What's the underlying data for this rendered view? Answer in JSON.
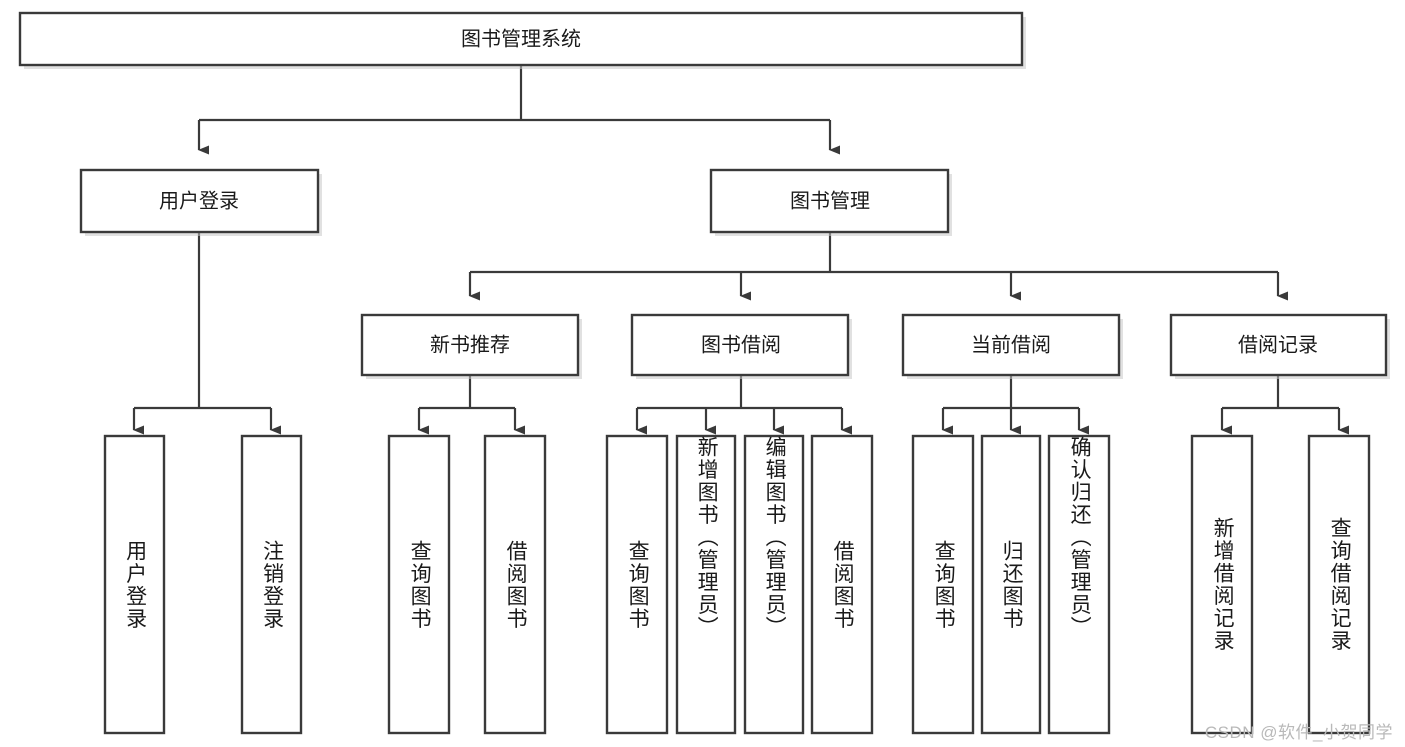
{
  "diagram": {
    "title": "图书管理系统",
    "type": "tree-hierarchy-chart",
    "watermark": "CSDN @软件_小贺同学",
    "colors": {
      "box_stroke": "#3a3a3a",
      "box_fill": "#ffffff",
      "connector": "#3a3a3a",
      "text": "#1a1a1a",
      "watermark": "#b9b9b9",
      "background": "#ffffff"
    },
    "levels": {
      "root": {
        "label": "图书管理系统"
      },
      "level2": [
        {
          "label": "用户登录"
        },
        {
          "label": "图书管理"
        }
      ],
      "level3": [
        {
          "label": "新书推荐"
        },
        {
          "label": "图书借阅"
        },
        {
          "label": "当前借阅"
        },
        {
          "label": "借阅记录"
        }
      ],
      "leaves": {
        "user_login": [
          {
            "label": "用户登录"
          },
          {
            "label": "注销登录"
          }
        ],
        "new_book_recommend": [
          {
            "label": "查询图书"
          },
          {
            "label": "借阅图书"
          }
        ],
        "book_borrow": [
          {
            "label": "查询图书"
          },
          {
            "label": "新增图书（管理员）"
          },
          {
            "label": "编辑图书（管理员）"
          },
          {
            "label": "借阅图书"
          }
        ],
        "current_borrow": [
          {
            "label": "查询图书"
          },
          {
            "label": "归还图书"
          },
          {
            "label": "确认归还（管理员）"
          }
        ],
        "borrow_record": [
          {
            "label": "新增借阅记录"
          },
          {
            "label": "查询借阅记录"
          }
        ]
      }
    }
  }
}
